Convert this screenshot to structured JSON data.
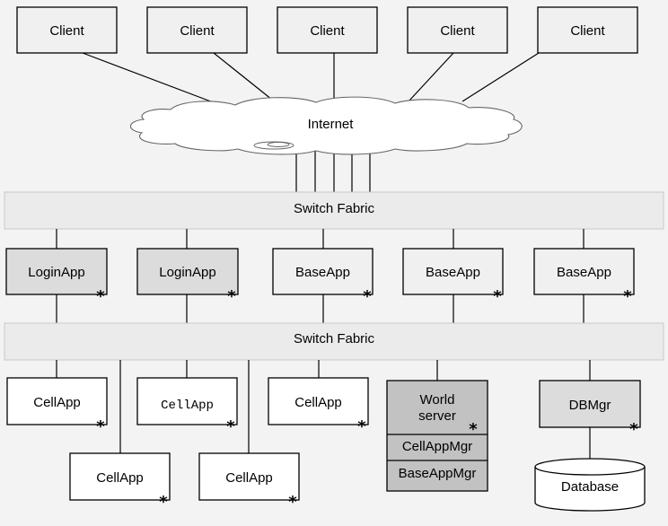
{
  "clients": [
    "Client",
    "Client",
    "Client",
    "Client",
    "Client"
  ],
  "internet": "Internet",
  "switch_fabric_top": "Switch Fabric",
  "switch_fabric_bottom": "Switch Fabric",
  "mid_row": [
    "LoginApp",
    "LoginApp",
    "BaseApp",
    "BaseApp",
    "BaseApp"
  ],
  "cellapps_top": [
    "CellApp",
    "CellApp",
    "CellApp"
  ],
  "cellapps_bottom": [
    "CellApp",
    "CellApp"
  ],
  "world_server": {
    "line1": "World",
    "line2": "server",
    "cellappmgr": "CellAppMgr",
    "baseappmgr": "BaseAppMgr"
  },
  "dbmgr": "DBMgr",
  "database": "Database",
  "marker": "*"
}
